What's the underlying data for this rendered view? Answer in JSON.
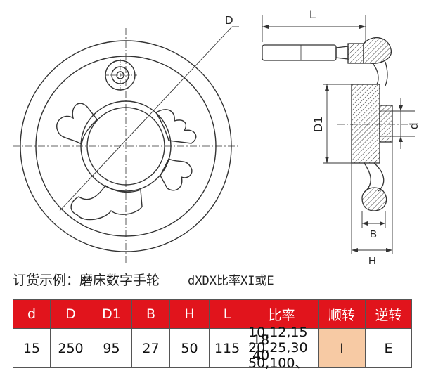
{
  "drawing": {
    "label_D": "D",
    "label_L": "L",
    "label_D1": "D1",
    "label_d": "d",
    "label_B": "B",
    "label_H": "H"
  },
  "order_example": {
    "text": "订货示例：磨床数字手轮",
    "formula": "dXDX比率XI或E"
  },
  "table": {
    "headers": [
      "d",
      "D",
      "D1",
      "B",
      "H",
      "L",
      "比率",
      "顺转",
      "逆转"
    ],
    "row": {
      "d": "15",
      "D": "250",
      "D1": "95",
      "B": "27",
      "H": "50",
      "L": "115",
      "ratio_lines": [
        "10,12,15 ,18",
        "20,25,30 ,40",
        "50,100、"
      ],
      "forward": "I",
      "reverse": "E"
    }
  },
  "colors": {
    "header_bg": "#e1141c",
    "highlight_bg": "#f7caa4",
    "line": "#333333"
  }
}
